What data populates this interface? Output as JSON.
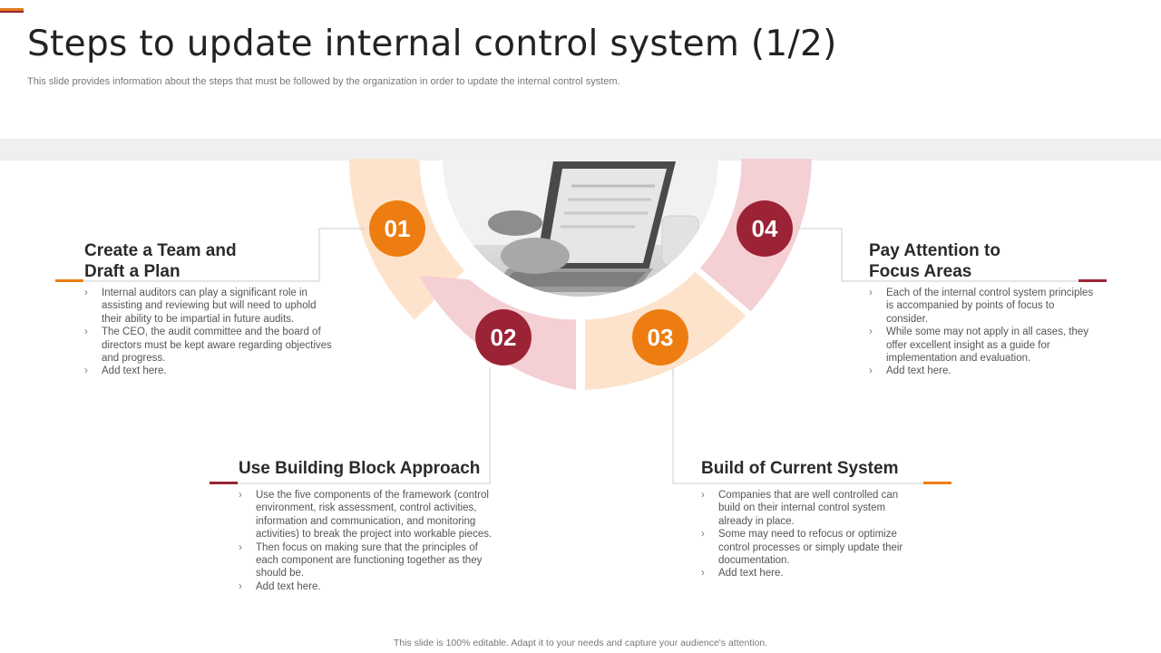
{
  "slide": {
    "title": "Steps to update internal control system (1/2)",
    "subtitle": "This slide provides information about the steps that must be followed by the organization in order to update the internal control system.",
    "footer": "This slide is 100% editable. Adapt it to your needs and capture your audience's attention."
  },
  "colors": {
    "orange": "#ee7d11",
    "maroon": "#9b2335",
    "peach": "#fde3cc",
    "pink": "#f4cfd3"
  },
  "steps": [
    {
      "number": "01",
      "title_line1": "Create a Team and",
      "title_line2": "Draft a Plan",
      "bullets": [
        "Internal auditors can play a significant role in assisting and reviewing but will need to uphold their ability to be impartial in future audits.",
        "The CEO, the audit committee and the board of directors must be kept aware regarding objectives and progress.",
        "Add text here."
      ]
    },
    {
      "number": "02",
      "title_line1": "Use Building Block Approach",
      "bullets": [
        "Use the five components of the framework (control environment, risk assessment, control activities, information and communication, and monitoring activities) to break the project into workable pieces.",
        "Then focus on making sure that the principles of each component are functioning together as they should be.",
        "Add text here."
      ]
    },
    {
      "number": "03",
      "title_line1": "Build of Current System",
      "bullets": [
        "Companies that are well controlled can build on their internal control system already in place.",
        "Some may need to refocus or optimize control processes or simply update their documentation.",
        "Add text here."
      ]
    },
    {
      "number": "04",
      "title_line1": "Pay Attention to",
      "title_line2": "Focus Areas",
      "bullets": [
        "Each of the internal control system principles is accompanied by points of focus to consider.",
        "While some may not apply in all cases, they offer excellent insight as a guide for implementation and evaluation.",
        "Add text here."
      ]
    }
  ]
}
